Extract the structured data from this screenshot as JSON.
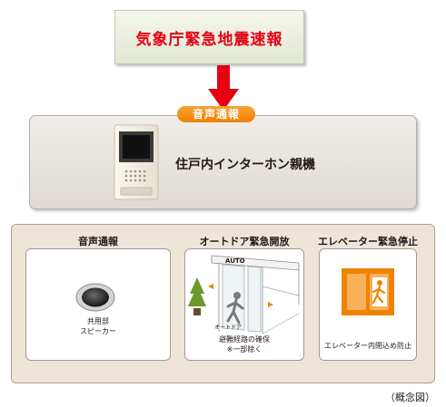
{
  "top": {
    "title": "気象庁緊急地震速報"
  },
  "middle": {
    "badge": "音声通報",
    "device_label": "住戸内インターホン親機"
  },
  "bottom": {
    "columns": [
      {
        "title": "音声通報",
        "caption": "共用部\nスピーカー"
      },
      {
        "title": "オートドア緊急開放",
        "door_sign": "AUTO",
        "door_caption": "オートドア",
        "caption_line1": "避難経路の確保",
        "caption_line2": "※一部除く"
      },
      {
        "title": "エレベーター緊急停止",
        "caption": "エレベーター内閉込め防止"
      }
    ]
  },
  "footnote": "（概念図）",
  "colors": {
    "red": "#e60012",
    "orange": "#ef8200"
  }
}
